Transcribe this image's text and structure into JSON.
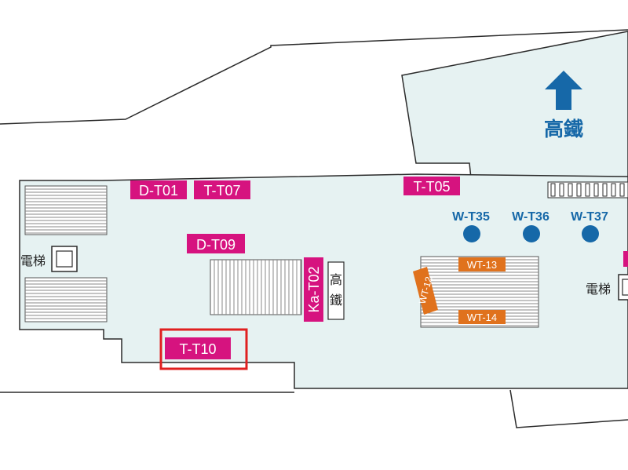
{
  "colors": {
    "background": "#ffffff",
    "floor_fill": "#e6f2f2",
    "outline": "#2b2b2b",
    "magenta_label": "#d6137f",
    "orange_label": "#e0721d",
    "blue_marker": "#1668a8",
    "label_text": "#ffffff",
    "highlight": "#e02020"
  },
  "hsr_area": {
    "label": "高鐵",
    "icon": "arrow-up-icon"
  },
  "gate_labels": {
    "d_t01": "D-T01",
    "t_t07": "T-T07",
    "t_t05": "T-T05",
    "d_t09": "D-T09",
    "ka_t02": "Ka-T02",
    "t_t10": "T-T10"
  },
  "hsr_sign": {
    "line1": "高",
    "line2": "鐵"
  },
  "elevators": {
    "left": "電梯",
    "right": "電梯"
  },
  "stations": {
    "w_t35": "W-T35",
    "w_t36": "W-T36",
    "w_t37": "W-T37"
  },
  "wt_labels": {
    "wt13": "WT-13",
    "wt14": "WT-14",
    "wt12": "WT-12"
  },
  "highlighted_gate": "T-T10"
}
